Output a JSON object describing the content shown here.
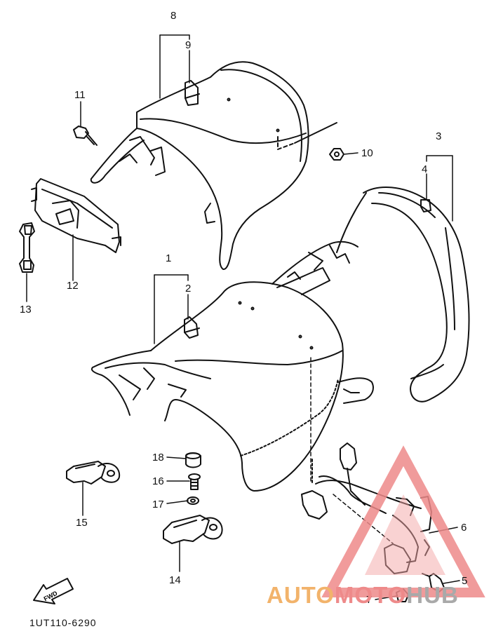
{
  "diagram": {
    "callouts": {
      "c1": "1",
      "c2": "2",
      "c3": "3",
      "c4": "4",
      "c5": "5",
      "c6": "6",
      "c7": "7",
      "c8": "8",
      "c9": "9",
      "c10": "10",
      "c11": "11",
      "c12": "12",
      "c13": "13",
      "c14": "14",
      "c15": "15",
      "c16": "16",
      "c17": "17",
      "c18": "18"
    },
    "diagram_code": "1UT110-6290",
    "front_marker": "FWD"
  },
  "watermark": {
    "part1": "AUTO",
    "part2": "MOTO",
    "part3": "HUB",
    "colors": {
      "orange": "#f2b36b",
      "pink": "#ee8a8a",
      "gray": "#a9a9a9",
      "red": "#e63a3a"
    }
  }
}
